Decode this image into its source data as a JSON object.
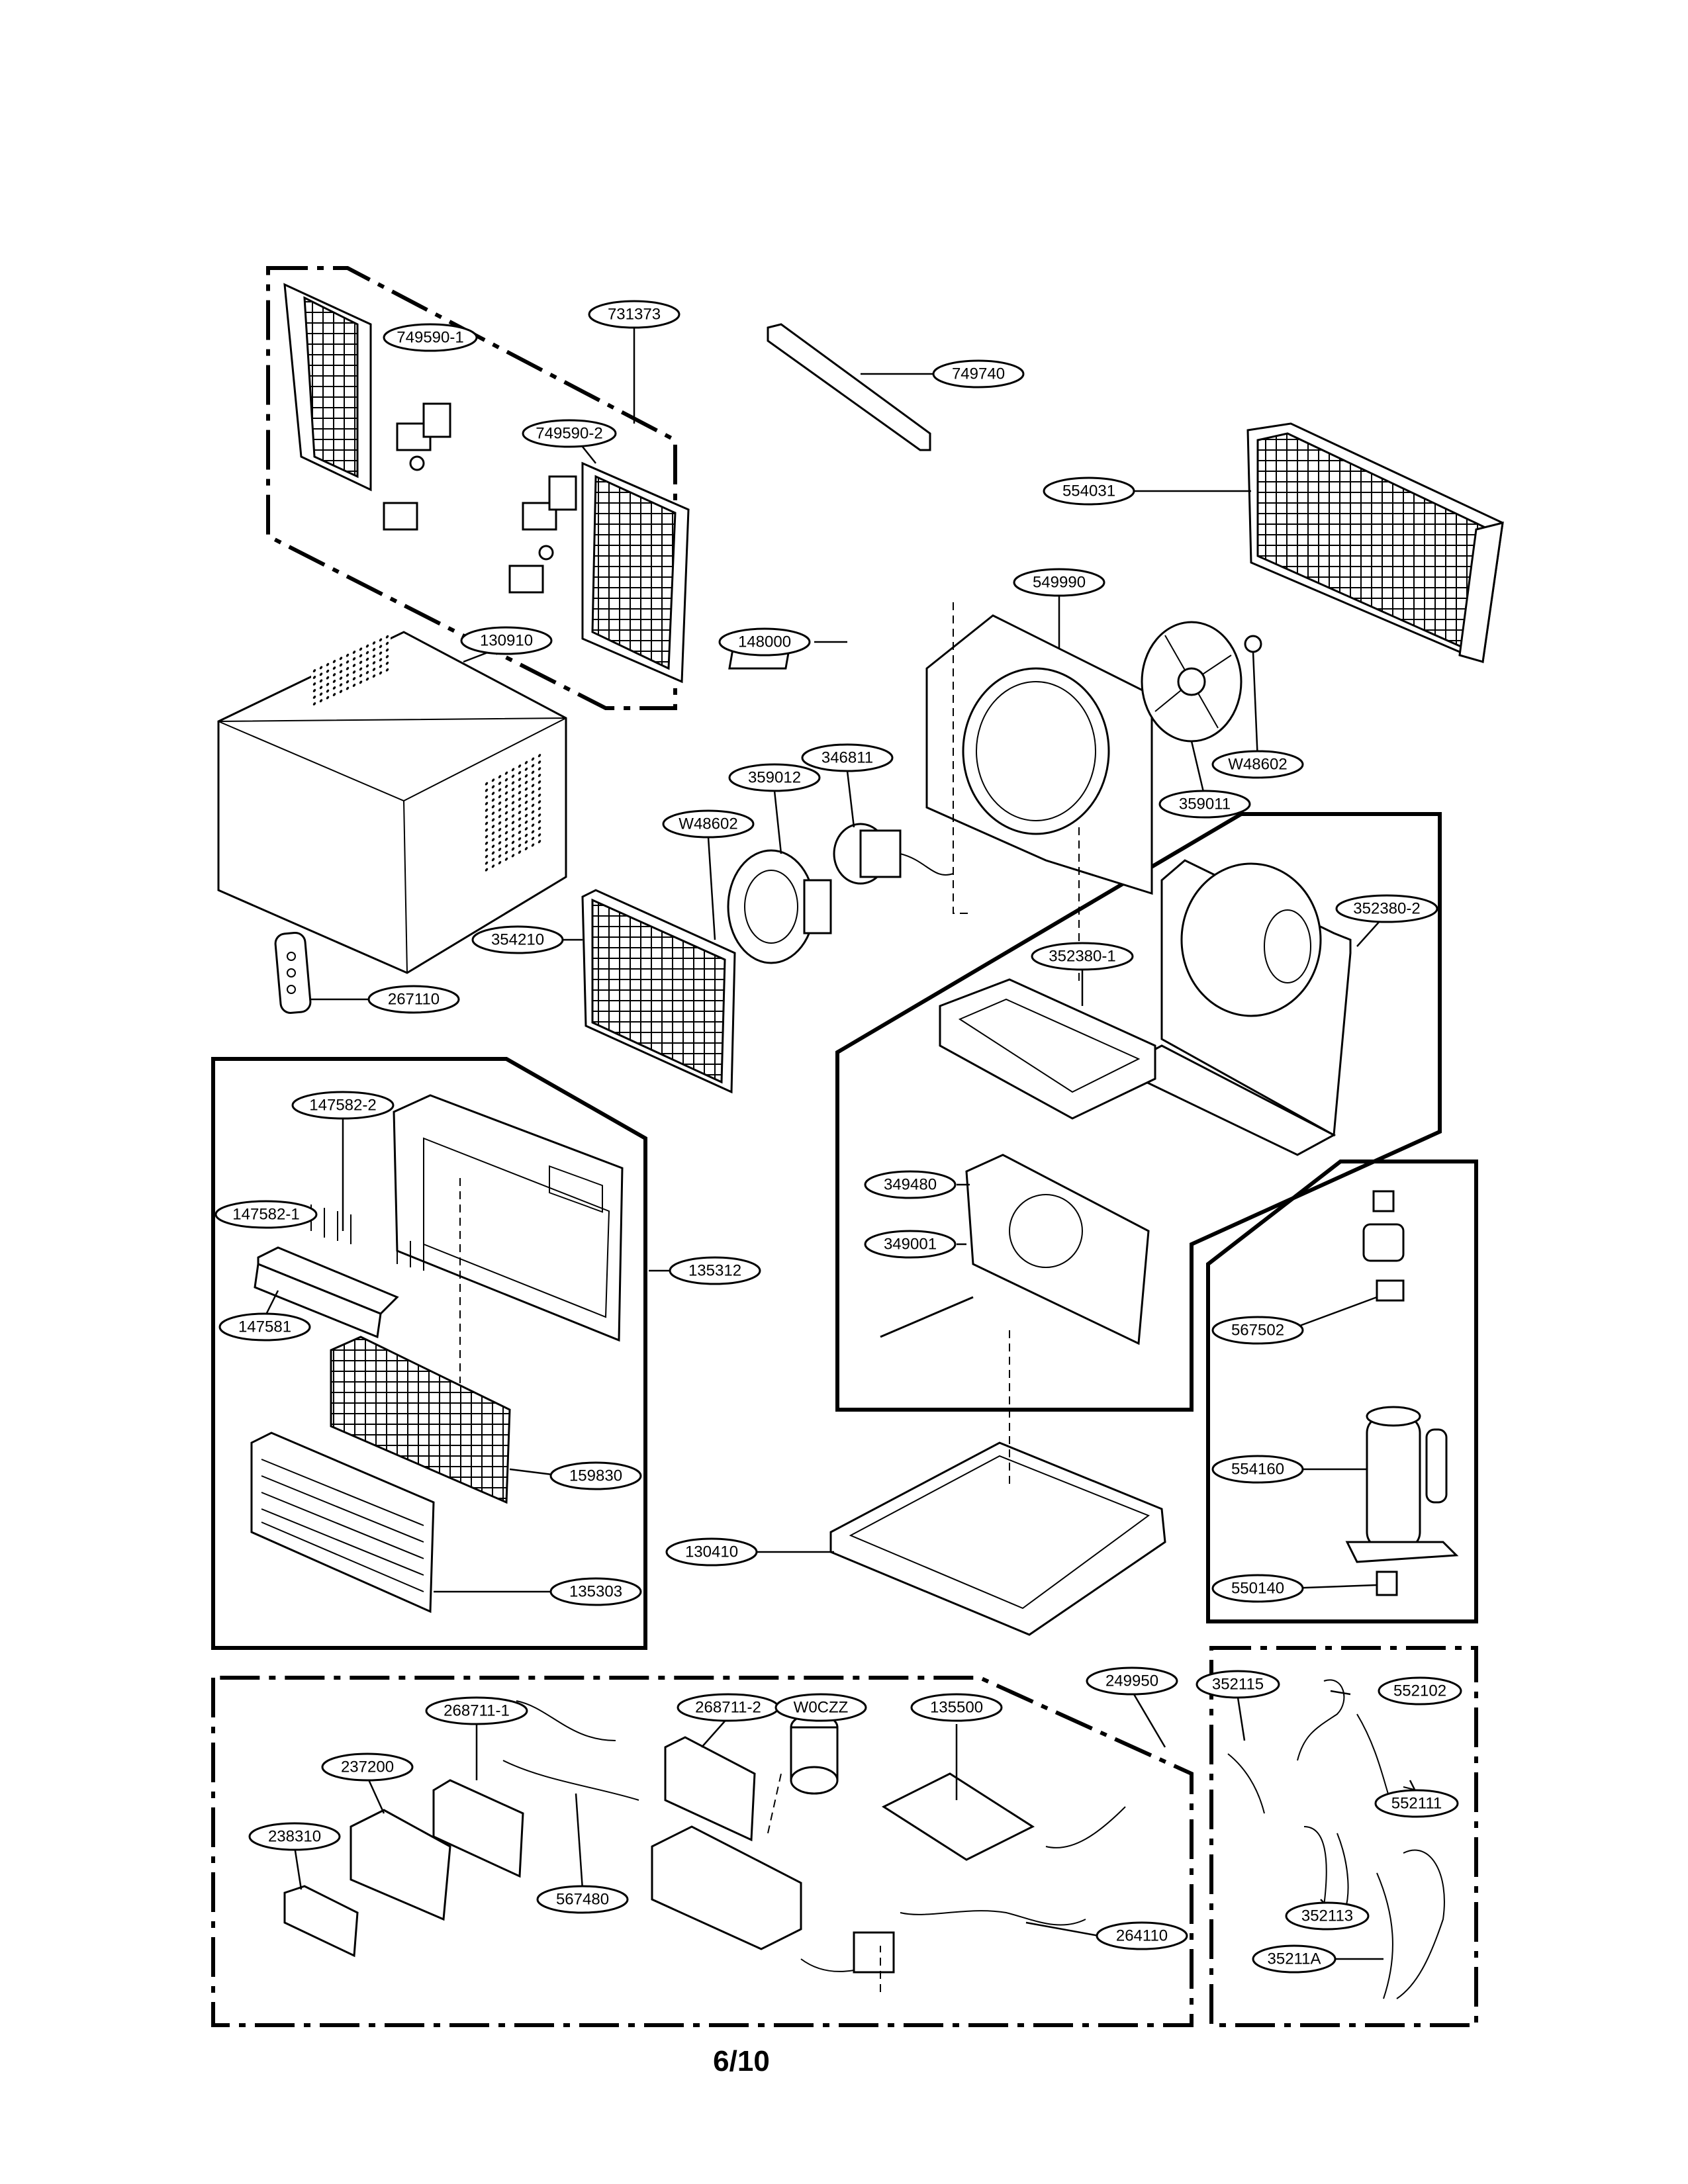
{
  "page_number": "6/10",
  "callouts": {
    "c731373": "731373",
    "c749590_1": "749590-1",
    "c749590_2": "749590-2",
    "c749740": "749740",
    "c554031": "554031",
    "c549990": "549990",
    "c148000": "148000",
    "c130910": "130910",
    "c346811": "346811",
    "c359012": "359012",
    "c w48602_a": "W48602",
    "c359011": "359011",
    "cw48602_b": "W48602",
    "c354210": "354210",
    "c267110": "267110",
    "c352380_2": "352380-2",
    "c352380_1": "352380-1",
    "c147582_2": "147582-2",
    "c147582_1": "147582-1",
    "c147581": "147581",
    "c135312": "135312",
    "c349480": "349480",
    "c349001": "349001",
    "c567502": "567502",
    "c159830": "159830",
    "c554160": "554160",
    "c130410": "130410",
    "c135303": "135303",
    "c550140": "550140",
    "c249950": "249950",
    "c268711_1": "268711-1",
    "c268711_2": "268711-2",
    "cw0czz": "W0CZZ",
    "c135500": "135500",
    "c237200": "237200",
    "c238310": "238310",
    "c567480": "567480",
    "c264110": "264110",
    "c352115": "352115",
    "c552102": "552102",
    "c552111": "552111",
    "c352113": "352113",
    "c35211a": "35211A"
  }
}
